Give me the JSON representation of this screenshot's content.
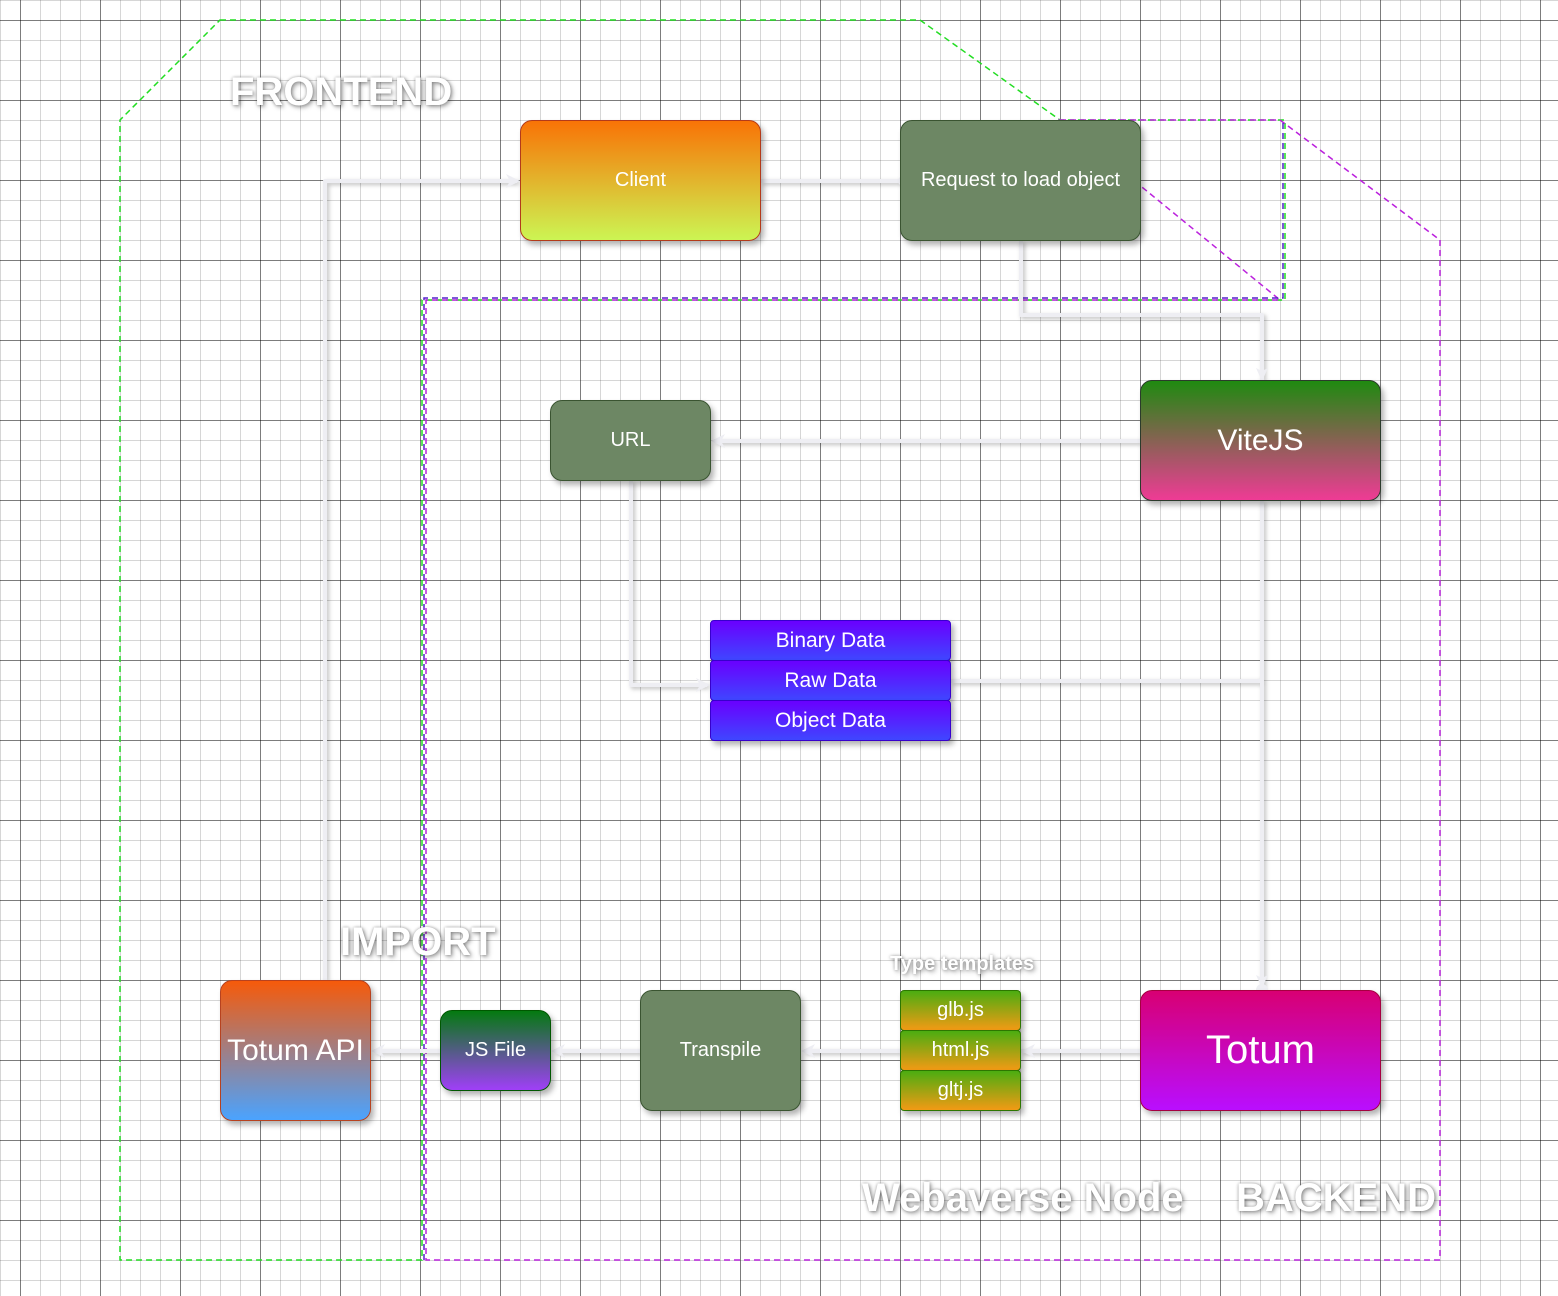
{
  "regions": {
    "frontend": "FRONTEND",
    "backend": "BACKEND",
    "webaverse_node": "Webaverse Node",
    "import": "IMPORT",
    "type_templates": "Type templates"
  },
  "nodes": {
    "client": "Client",
    "request": "Request to load object",
    "vitejs": "ViteJS",
    "url": "URL",
    "data_stack": [
      "Binary Data",
      "Raw Data",
      "Object Data"
    ],
    "totum": "Totum",
    "templates": [
      "glb.js",
      "html.js",
      "gltj.js"
    ],
    "transpile": "Transpile",
    "js_file": "JS File",
    "totum_api": "Totum API"
  },
  "colors": {
    "frontend_border": "#22dd22",
    "backend_border": "#bb22dd",
    "node_border": "#5522cc",
    "edge": "#eeeef3"
  }
}
